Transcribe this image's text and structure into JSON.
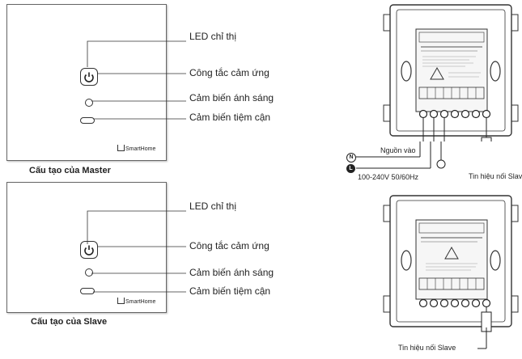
{
  "master": {
    "caption": "Cấu tạo của Master",
    "labels": {
      "led": "LED chỉ thị",
      "touch_switch": "Công tắc cảm ứng",
      "light_sensor": "Cảm biến ánh sáng",
      "proximity_sensor": "Cảm biến tiệm cận"
    },
    "brand": "SmartHome"
  },
  "slave": {
    "caption": "Cấu tạo của Slave",
    "labels": {
      "led": "LED chỉ thị",
      "touch_switch": "Công tắc cảm ứng",
      "light_sensor": "Cảm biến ánh sáng",
      "proximity_sensor": "Cảm biến tiệm cận"
    },
    "brand": "SmartHome"
  },
  "wiring": {
    "power_in": "Nguồn vào",
    "voltage": "100-240V 50/60Hz",
    "slave_signal_top": "Tin hiệu nối Slave",
    "slave_signal_bottom": "Tin hiệu nối Slave",
    "neutral_symbol": "N",
    "line_symbol": "L"
  },
  "colors": {
    "panel_border": "#555555",
    "line": "#333333"
  }
}
